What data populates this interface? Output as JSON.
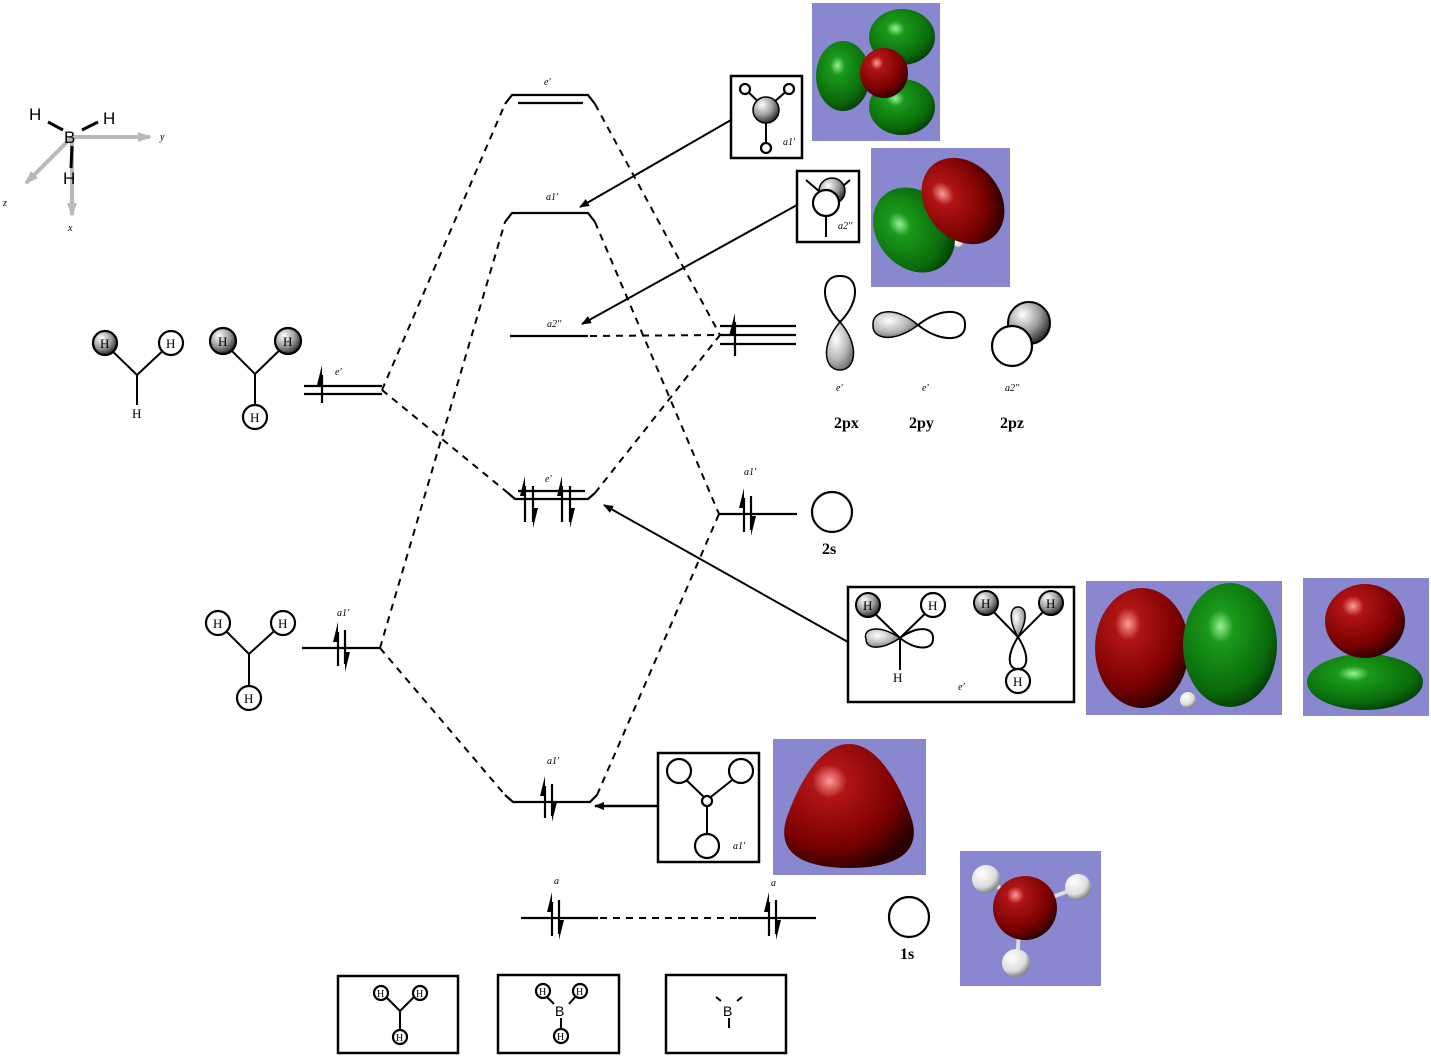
{
  "title": "BH3 molecular orbital diagram",
  "axes": {
    "atom_center": "B",
    "atoms": [
      "H",
      "H",
      "H"
    ],
    "axis_labels": {
      "x": "x",
      "y": "y",
      "z": "z"
    }
  },
  "mo_levels": {
    "e_star": "e'",
    "a1_star": "a1'",
    "a2_nb": "a2''",
    "e_bonding": "e'",
    "a1_bonding": "a1'",
    "core_left": "a",
    "core_right": "a"
  },
  "ligand_salcs": {
    "e": {
      "label": "e'",
      "electrons": 1
    },
    "a1": {
      "label": "a1'",
      "electrons": 2
    }
  },
  "boron_orbitals": {
    "p_set": {
      "labels": [
        "e'",
        "e'",
        "a2''"
      ],
      "names": [
        "2px",
        "2py",
        "2pz"
      ],
      "electrons": 1
    },
    "s2": {
      "label": "a1'",
      "name": "2s",
      "electrons": 2
    },
    "s1": {
      "label": "a",
      "name": "1s",
      "electrons": 2
    }
  },
  "inset_boxes": {
    "a1_star_box": "a1'",
    "a2_box": "a2''",
    "e_box": "e'",
    "a1_box": "a1'"
  },
  "bottom_boxes": {
    "ligand": {
      "atoms": [
        "H",
        "H",
        "H"
      ]
    },
    "molecule": {
      "center": "B",
      "atoms": [
        "H",
        "H",
        "H"
      ]
    },
    "boron": {
      "center": "B"
    }
  },
  "colors": {
    "panel_bg": "#8887d0",
    "lobe_red": "#8b0000",
    "lobe_green": "#107a10",
    "axis_gray": "#b8b8b8"
  },
  "hydrogen_label": "H",
  "boron_label": "B"
}
